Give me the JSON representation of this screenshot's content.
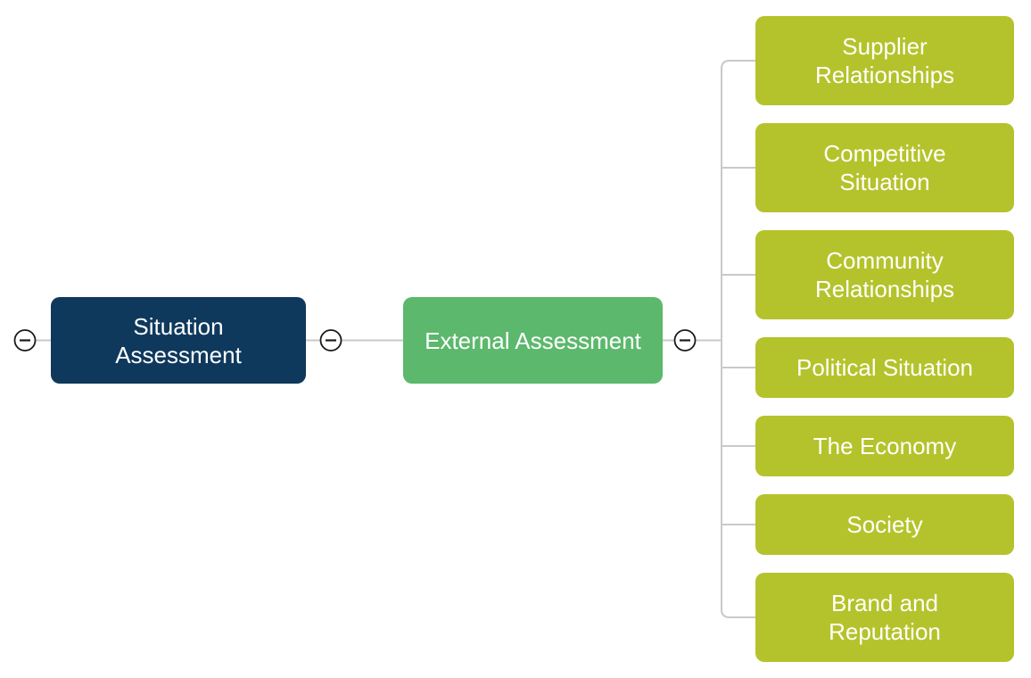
{
  "diagram": {
    "type": "mindmap",
    "colors": {
      "root_fill": "#0e395c",
      "branch_fill": "#5cb86c",
      "child_fill": "#b4c32b",
      "node_text": "#ffffff",
      "connector": "#c9c9c9",
      "collapse_stroke": "#1a1a1a",
      "collapse_fill": "#ffffff",
      "background": "#ffffff"
    },
    "icons": {
      "collapse": "minus-circle-icon"
    },
    "nodes": {
      "root": {
        "label": "Situation\nAssessment"
      },
      "branch": {
        "label": "External Assessment"
      },
      "children": [
        {
          "label": "Supplier\nRelationships"
        },
        {
          "label": "Competitive\nSituation"
        },
        {
          "label": "Community\nRelationships"
        },
        {
          "label": "Political Situation"
        },
        {
          "label": "The Economy"
        },
        {
          "label": "Society"
        },
        {
          "label": "Brand and\nReputation"
        }
      ]
    }
  }
}
